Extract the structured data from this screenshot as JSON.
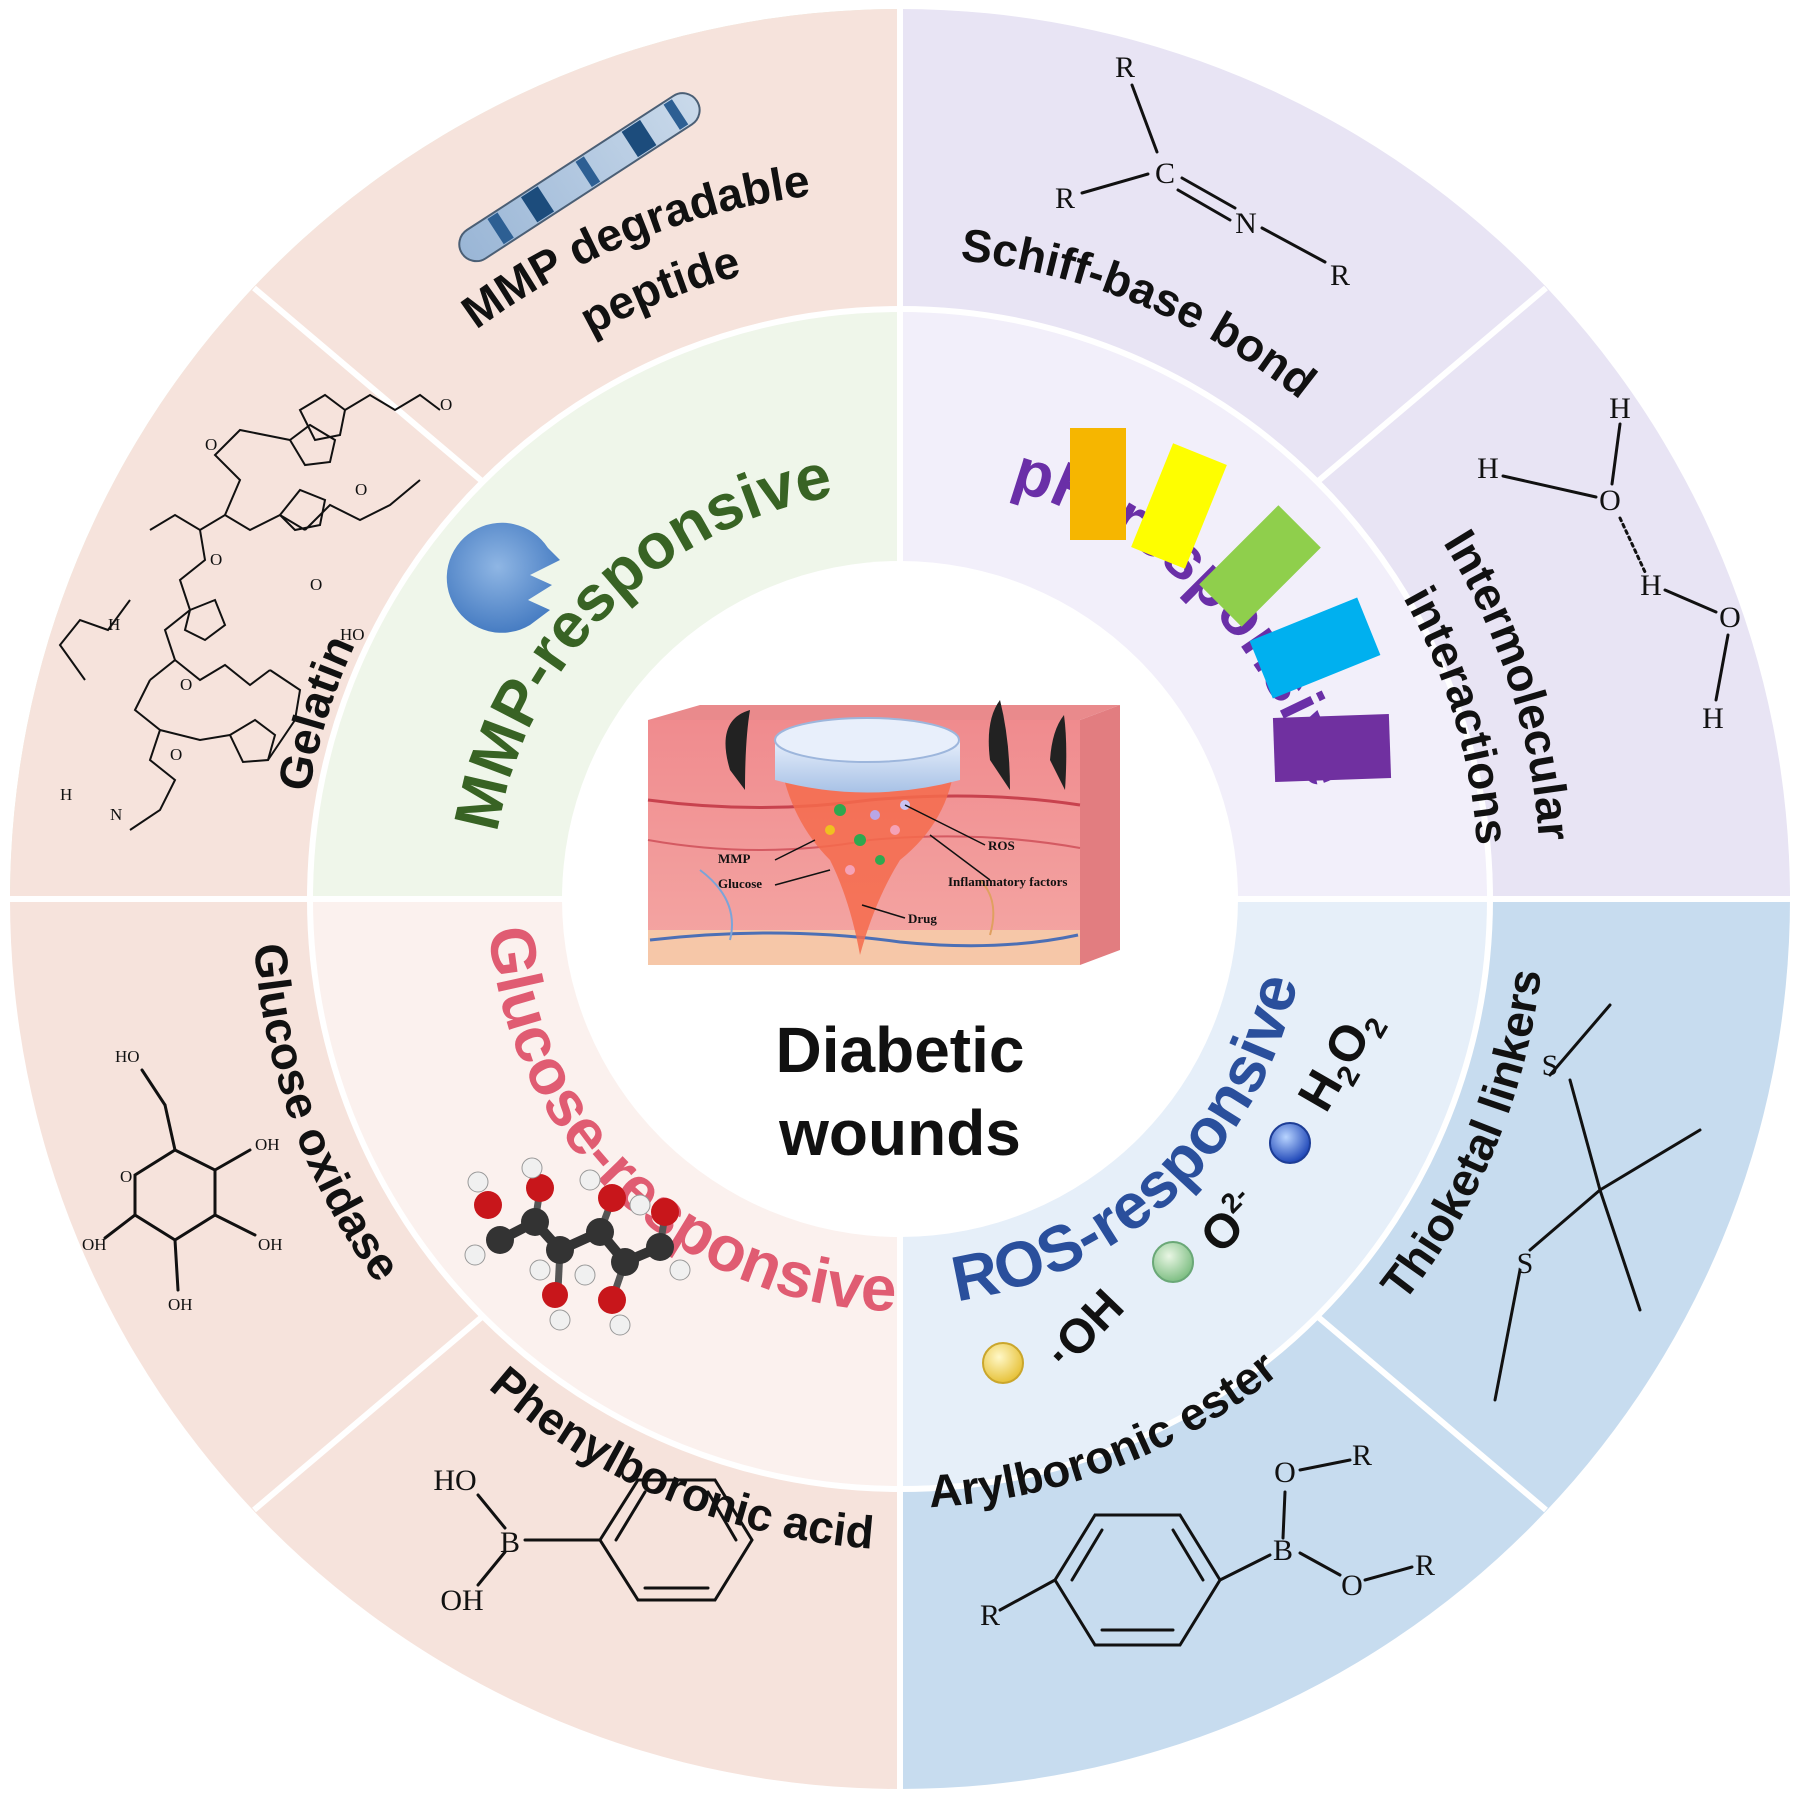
{
  "center": {
    "line1": "Diabetic",
    "line2": "wounds"
  },
  "wound_labels": {
    "mmp": "MMP",
    "glucose": "Glucose",
    "ros": "ROS",
    "inflammatory": "Inflammatory factors",
    "drug": "Drug"
  },
  "quadrants": {
    "mmp": {
      "title": "MMP-responsive",
      "color": "#386324",
      "items": [
        {
          "label": "MMP degradable peptide"
        },
        {
          "label": "Gelatin"
        }
      ]
    },
    "ph": {
      "title": "pH-responsive",
      "color": "#6a2fa7",
      "items": [
        {
          "label": "Schiff-base bond"
        },
        {
          "label": "Intermolecular interactions"
        }
      ]
    },
    "glucose": {
      "title": "Glucose-responsive",
      "color": "#e05c72",
      "items": [
        {
          "label": "Glucose oxidase"
        },
        {
          "label": "Phenylboronic acid"
        }
      ]
    },
    "ros": {
      "title": "ROS-responsive",
      "color": "#2a4f9c",
      "items": [
        {
          "label": "Thioketal linkers"
        },
        {
          "label": "Arylboronic ester"
        }
      ],
      "species": {
        "oh": "·OH",
        "o2": "O",
        "o2_sup": "2-",
        "h2o2_h": "H",
        "h2o2_2a": "2",
        "h2o2_o": "O",
        "h2o2_2b": "2"
      }
    }
  },
  "chem": {
    "R": "R",
    "C": "C",
    "N": "N",
    "H": "H",
    "O": "O",
    "B": "B",
    "S": "S",
    "HO": "HO",
    "OH": "OH"
  },
  "colors": {
    "mmp_outer": "#e3efdc",
    "mmp_inner": "#eff6ea",
    "ph_outer": "#e8e4f4",
    "ph_inner": "#f2effa",
    "glu_outer": "#f6e3dc",
    "glu_inner": "#fbf1ee",
    "ros_outer": "#c7dcef",
    "ros_inner": "#e6eff9",
    "ph_strips": [
      "#f6b600",
      "#fefe00",
      "#8fcf4c",
      "#00b0ef",
      "#7030a0"
    ]
  }
}
